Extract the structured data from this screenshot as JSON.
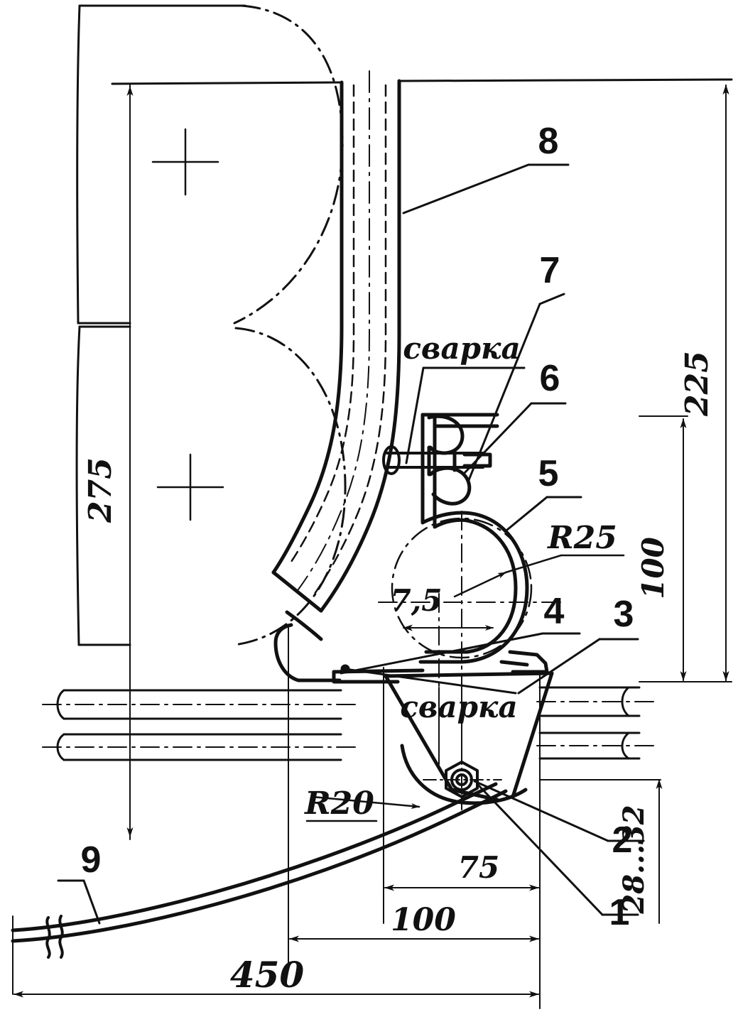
{
  "drawing": {
    "title": "Trailer hitch / wheel bracket assembly drawing",
    "background_color": "#ffffff",
    "line_color": "#111111"
  },
  "dimensions": {
    "height_overall": "225",
    "height_bracket": "100",
    "wheel_spacing": "275",
    "radius_clamp": "R25",
    "radius_fillet": "R20",
    "offset_small": "7,5",
    "length_short": "75",
    "length_mid": "100",
    "length_overall": "450",
    "bolt_range": "28...32"
  },
  "notes": {
    "weld_upper": "сварка",
    "weld_lower": "сварка"
  },
  "balloons": {
    "b1": "1",
    "b2": "2",
    "b3": "3",
    "b4": "4",
    "b5": "5",
    "b6": "6",
    "b7": "7",
    "b8": "8",
    "b9": "9"
  }
}
